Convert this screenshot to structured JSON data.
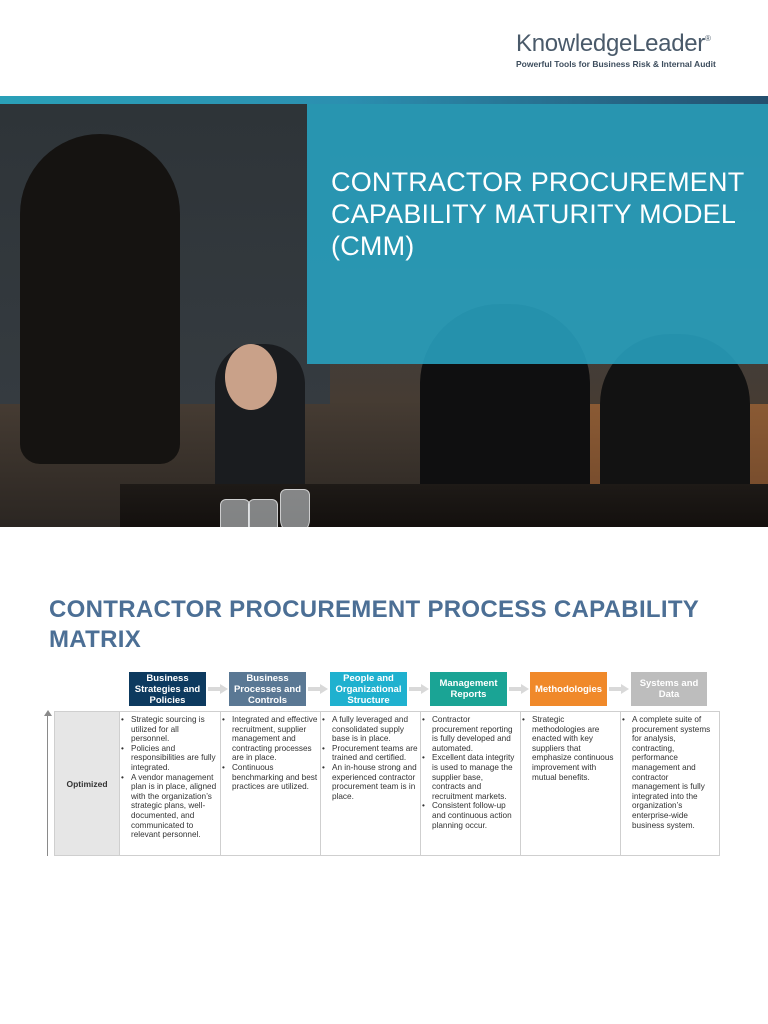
{
  "brand": {
    "name_part1": "Knowledge",
    "name_part2": "Leader",
    "registered": "®",
    "tagline": "Powerful Tools for Business Risk & Internal Audit"
  },
  "hero": {
    "title": "CONTRACTOR PROCUREMENT CAPABILITY MATURITY MODEL (CMM)"
  },
  "section": {
    "title": "CONTRACTOR PROCUREMENT PROCESS CAPABILITY MATRIX"
  },
  "colors": {
    "col1": "#0d3a5f",
    "col2": "#5a7894",
    "col3": "#1fb1cf",
    "col4": "#1aa495",
    "col5": "#f0892a",
    "col6": "#bdbdbd"
  },
  "columns": [
    {
      "label": "Business Strategies and Policies"
    },
    {
      "label": "Business Processes and Controls"
    },
    {
      "label": "People and Organizational Structure"
    },
    {
      "label": "Management Reports"
    },
    {
      "label": "Methodologies"
    },
    {
      "label": "Systems and Data"
    }
  ],
  "rows": [
    {
      "label": "Optimized",
      "cells": [
        [
          "Strategic sourcing is utilized for all personnel.",
          "Policies and responsibilities are fully integrated.",
          "A vendor management plan is in place, aligned with the organization’s strategic plans, well-documented, and communicated to relevant personnel."
        ],
        [
          "Integrated and effective recruitment, supplier management and contracting processes are in place.",
          "Continuous benchmarking and best practices are utilized."
        ],
        [
          "A fully leveraged and consolidated supply base is in place.",
          "Procurement teams are trained and certified.",
          "An in-house strong and experienced contractor procurement team is in place."
        ],
        [
          "Contractor procurement reporting is fully developed and automated.",
          "Excellent data integrity is used to manage the supplier base, contracts and recruitment markets.",
          "Consistent follow-up and continuous action planning occur."
        ],
        [
          "Strategic methodologies are enacted with key suppliers that emphasize continuous improvement with mutual benefits."
        ],
        [
          "A complete suite of procurement systems for analysis, contracting, performance management and contractor management is fully integrated into the organization’s enterprise-wide business system."
        ]
      ]
    }
  ]
}
